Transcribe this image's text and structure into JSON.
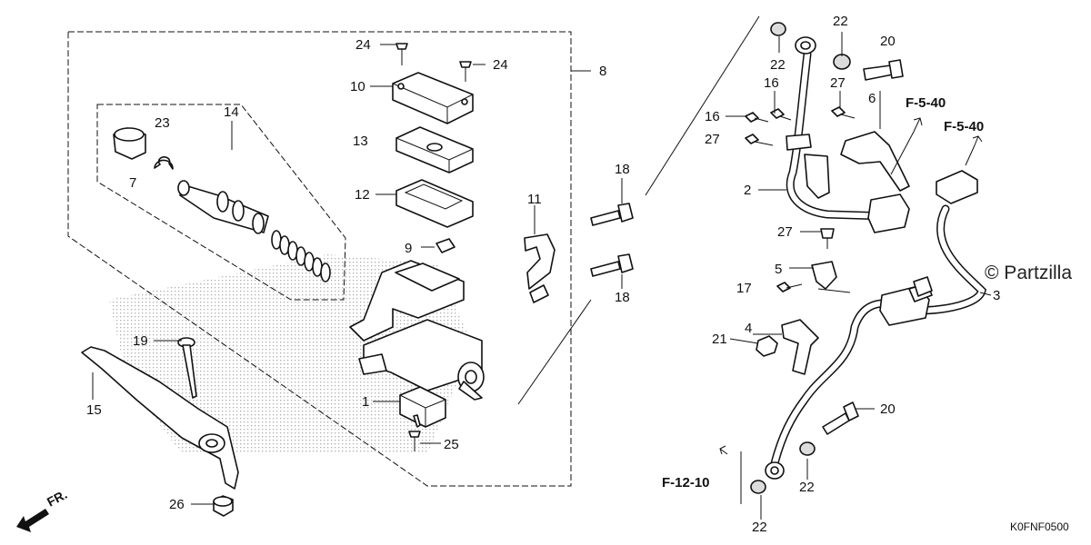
{
  "callouts": {
    "c1": "1",
    "c2": "2",
    "c3": "3",
    "c4": "4",
    "c5": "5",
    "c6": "6",
    "c7": "7",
    "c8": "8",
    "c9": "9",
    "c10": "10",
    "c11": "11",
    "c12": "12",
    "c13": "13",
    "c14": "14",
    "c15": "15",
    "c16a": "16",
    "c16b": "16",
    "c17": "17",
    "c18a": "18",
    "c18b": "18",
    "c19": "19",
    "c20a": "20",
    "c20b": "20",
    "c21": "21",
    "c22a": "22",
    "c22b": "22",
    "c22c": "22",
    "c22d": "22",
    "c23": "23",
    "c24a": "24",
    "c24b": "24",
    "c25": "25",
    "c26": "26",
    "c27a": "27",
    "c27b": "27",
    "c27c": "27"
  },
  "references": {
    "f540a": "F-5-40",
    "f540b": "F-5-40",
    "f1210": "F-12-10"
  },
  "direction": {
    "label": "FR."
  },
  "watermark": {
    "text": "© Partzilla"
  },
  "diagram_code": "K0FNF0500"
}
